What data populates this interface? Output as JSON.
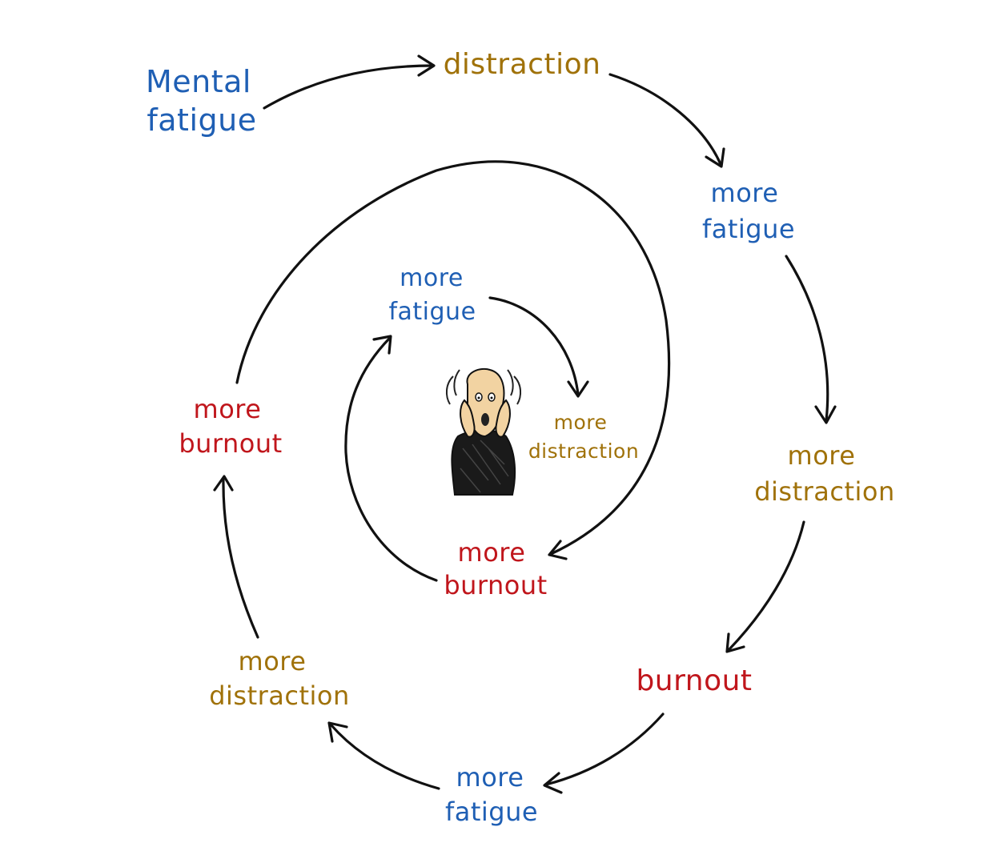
{
  "colors": {
    "fatigue": "#1f5fb4",
    "distraction": "#a0720a",
    "burnout": "#c0161c",
    "arrow": "#111111"
  },
  "nodes": {
    "mental_fatigue": [
      "Mental",
      "fatigue"
    ],
    "distraction_1": [
      "distraction"
    ],
    "more_fatigue_1": [
      "more",
      "fatigue"
    ],
    "more_distraction_1": [
      "more",
      "distraction"
    ],
    "burnout_1": [
      "burnout"
    ],
    "more_fatigue_2": [
      "more",
      "fatigue"
    ],
    "more_distraction_2": [
      "more",
      "distraction"
    ],
    "more_burnout_1": [
      "more",
      "burnout"
    ],
    "more_fatigue_3": [
      "more",
      "fatigue"
    ],
    "more_distraction_3": [
      "more",
      "distraction"
    ],
    "more_burnout_2": [
      "more",
      "burnout"
    ]
  },
  "center_icon": "scream-figure-icon"
}
